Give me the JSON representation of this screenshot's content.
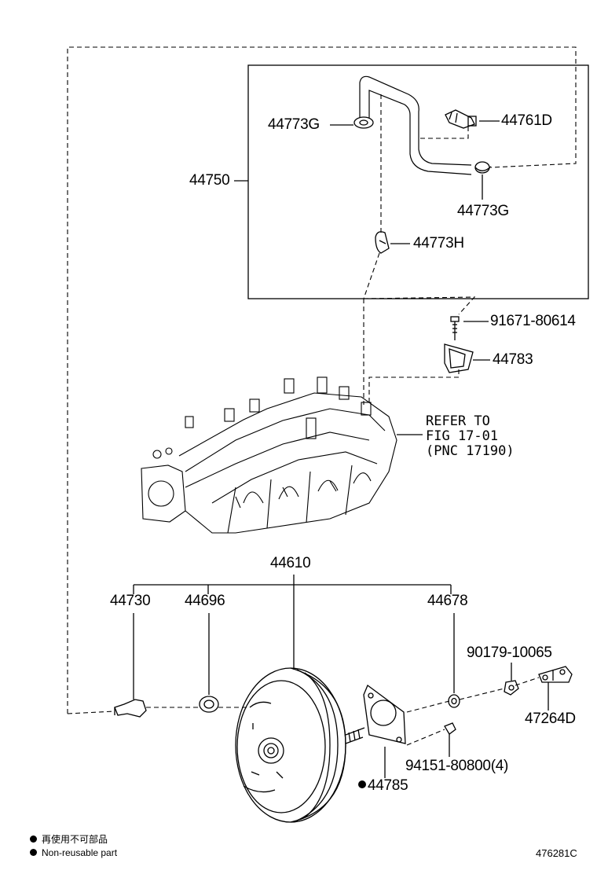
{
  "labels": {
    "p44773G_a": "44773G",
    "p44761D": "44761D",
    "p44750": "44750",
    "p44773G_b": "44773G",
    "p44773H": "44773H",
    "p91671": "91671-80614",
    "p44783": "44783",
    "refer_line1": "REFER TO",
    "refer_line2": "FIG 17-01",
    "refer_line3": "(PNC 17190)",
    "p44610": "44610",
    "p44730": "44730",
    "p44696": "44696",
    "p44678": "44678",
    "p90179": "90179-10065",
    "p47264D": "47264D",
    "p94151": "94151-80800(4)",
    "p44785": "44785"
  },
  "legend": {
    "line1": "再使用不可部品",
    "line2": "Non-reusable part"
  },
  "figure_id": "476281C"
}
